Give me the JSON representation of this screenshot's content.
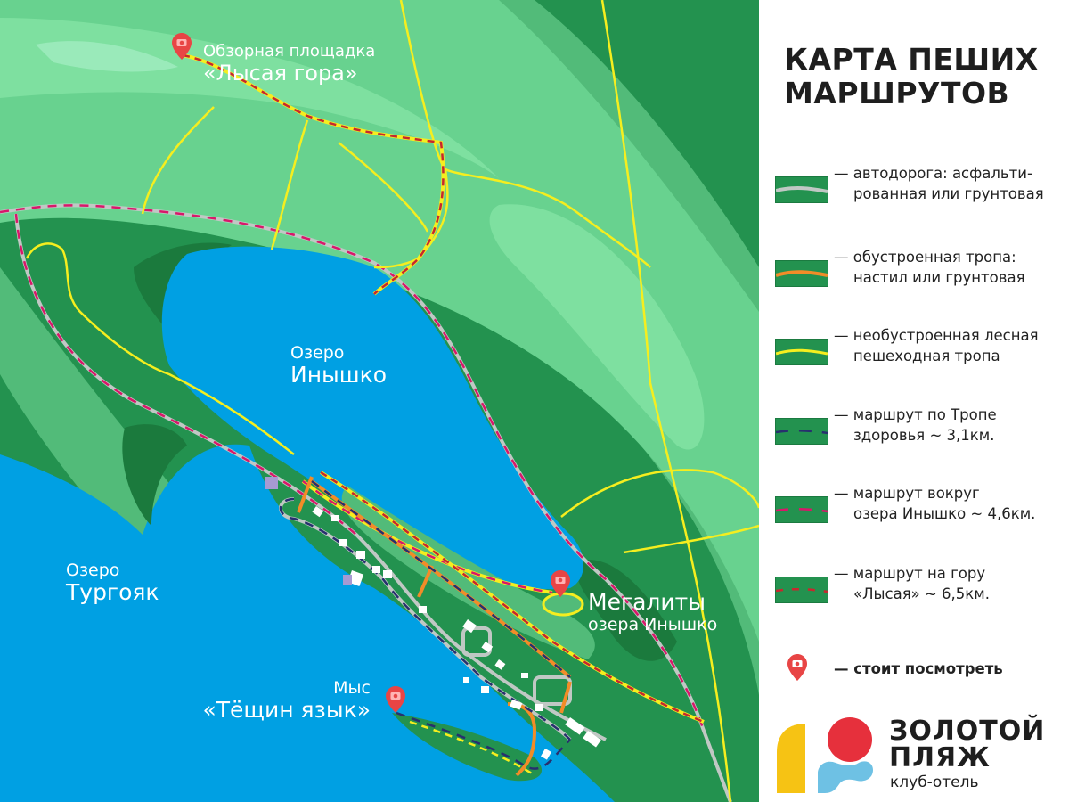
{
  "colors": {
    "forest_darkest": "#1b7a3d",
    "forest_dark": "#23924f",
    "forest_mid": "#52bb79",
    "forest_light": "#68d28f",
    "forest_lighter": "#7ee0a0",
    "forest_pale": "#9aeaba",
    "water": "#00a0e3",
    "road": "#c0c8c4",
    "path_built": "#f28c28",
    "path_forest": "#f5ee1f",
    "route_health": "#27306e",
    "route_lake": "#d8186a",
    "route_mountain": "#c6282e",
    "poi_pin": "#e84545",
    "logo_yellow": "#f6c314",
    "logo_red": "#e6303c",
    "logo_blue": "#6ec1e4"
  },
  "map": {
    "labels": {
      "bald_mountain": {
        "line1": "Обзорная площадка",
        "line2": "«Лысая гора»"
      },
      "lake_inyshko": {
        "line1": "Озеро",
        "line2": "Инышко"
      },
      "lake_turgoyak": {
        "line1": "Озеро",
        "line2": "Тургояк"
      },
      "megaliths": {
        "line1": "Мегалиты",
        "line2": "озера Инышко"
      },
      "cape": {
        "line1": "Мыс",
        "line2": "«Тёщин язык»"
      }
    },
    "pois": [
      {
        "name": "Обзорная площадка «Лысая гора»",
        "icon": "camera-pin-icon"
      },
      {
        "name": "Мегалиты озера Инышко",
        "icon": "camera-pin-icon"
      },
      {
        "name": "Мыс «Тёщин язык»",
        "icon": "camera-pin-icon"
      }
    ]
  },
  "legend": {
    "title_line1": "КАРТА ПЕШИХ",
    "title_line2": "МАРШРУТОВ",
    "items": [
      {
        "line1": "— автодорога: асфальти-",
        "line2": "рованная или грунтовая",
        "icon": "road-swatch"
      },
      {
        "line1": "— обустроенная тропа:",
        "line2": "настил или грунтовая",
        "icon": "built-path-swatch"
      },
      {
        "line1": "— необустроенная лесная",
        "line2": "пешеходная тропа",
        "icon": "forest-path-swatch"
      },
      {
        "line1": "— маршрут по Тропе",
        "line2": "здоровья ~ 3,1км.",
        "icon": "health-route-swatch"
      },
      {
        "line1": "— маршрут вокруг",
        "line2": "озера Инышко ~ 4,6км.",
        "icon": "lake-route-swatch"
      },
      {
        "line1": "— маршрут на гору",
        "line2": "«Лысая» ~ 6,5км.",
        "icon": "mountain-route-swatch"
      },
      {
        "line1": "— стоит посмотреть",
        "icon": "camera-pin-icon"
      }
    ]
  },
  "logo": {
    "name_line1": "ЗОЛОТОЙ",
    "name_line2": "ПЛЯЖ",
    "subtitle": "клуб-отель"
  }
}
